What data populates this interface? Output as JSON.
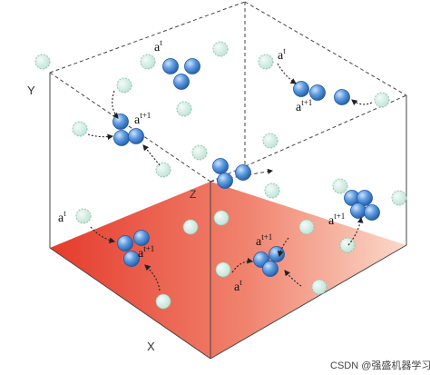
{
  "axes": {
    "x": "X",
    "y": "Y",
    "z": "Z"
  },
  "labels": {
    "a_t": "a",
    "t_sup": "t",
    "t1_sup": "t+1"
  },
  "watermark": "CSDN @强盛机器学习",
  "colors": {
    "free_atom_fill": "#d6efe6",
    "free_atom_stroke": "#8fc7b1",
    "cluster_atom_fill": "#4f8fd6",
    "cluster_atom_stroke": "#1f5aa6",
    "floor_left": "#e53b2c",
    "floor_right": "#fbd6c6",
    "box_line": "#444444"
  }
}
